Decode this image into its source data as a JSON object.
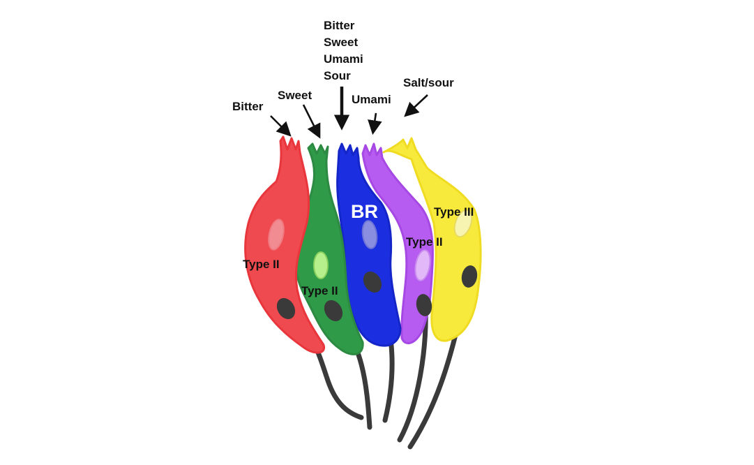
{
  "stimuli": {
    "bitter": "Bitter",
    "sweet": "Sweet",
    "center": [
      "Bitter",
      "Sweet",
      "Umami",
      "Sour"
    ],
    "umami": "Umami",
    "salt_sour": "Salt/sour"
  },
  "cells": [
    {
      "key": "red",
      "label": "Type II",
      "fill": "#ef4a4f",
      "stroke": "#e8363c",
      "nucleus": "#f28c93"
    },
    {
      "key": "green",
      "label": "Type II",
      "fill": "#2f9a48",
      "stroke": "#2d8a42",
      "nucleus": "#b6f08c"
    },
    {
      "key": "blue",
      "label": "BR",
      "fill": "#1c2fe0",
      "stroke": "#1526c8",
      "nucleus": "#8a8ee0"
    },
    {
      "key": "purple",
      "label": "Type II",
      "fill": "#b75cf0",
      "stroke": "#a648e4",
      "nucleus": "#e2b8f8"
    },
    {
      "key": "yellow",
      "label": "Type III",
      "fill": "#f7ea3c",
      "stroke": "#efdc22",
      "nucleus": "#f7f3b0"
    }
  ]
}
